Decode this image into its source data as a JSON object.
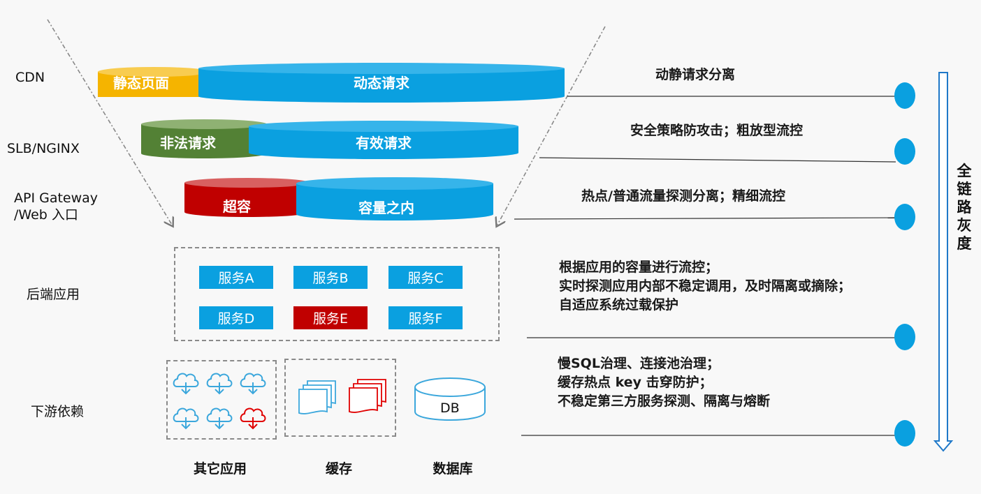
{
  "layers": {
    "cdn": "CDN",
    "slb": "SLB/NGINX",
    "api_line1": "API Gateway",
    "api_line2": "/Web 入口",
    "backend": "后端应用",
    "downstream": "下游依赖"
  },
  "cylinders": {
    "static": "静态页面",
    "dynamic": "动态请求",
    "illegal": "非法请求",
    "valid": "有效请求",
    "over": "超容",
    "within": "容量之内"
  },
  "services": [
    "服务A",
    "服务B",
    "服务C",
    "服务D",
    "服务E",
    "服务F"
  ],
  "deps": {
    "db": "DB",
    "other_apps": "其它应用",
    "cache": "缓存",
    "database": "数据库"
  },
  "strategies": {
    "s1": "动静请求分离",
    "s2": "安全策略防攻击；粗放型流控",
    "s3": "热点/普通流量探测分离；精细流控",
    "s4": [
      "根据应用的容量进行流控；",
      "实时探测应用内部不稳定调用，及时隔离或摘除；",
      "自适应系统过载保护"
    ],
    "s5": [
      "慢SQL治理、连接池治理；",
      "缓存热点 key 击穿防护；",
      "不稳定第三方服务探测、隔离与熔断"
    ]
  },
  "vertical_label": [
    "全",
    "链",
    "路",
    "灰",
    "度"
  ],
  "colors": {
    "blue": "#0aa0e0",
    "yellow": "#f5b400",
    "green": "#538135",
    "red": "#c00000"
  }
}
